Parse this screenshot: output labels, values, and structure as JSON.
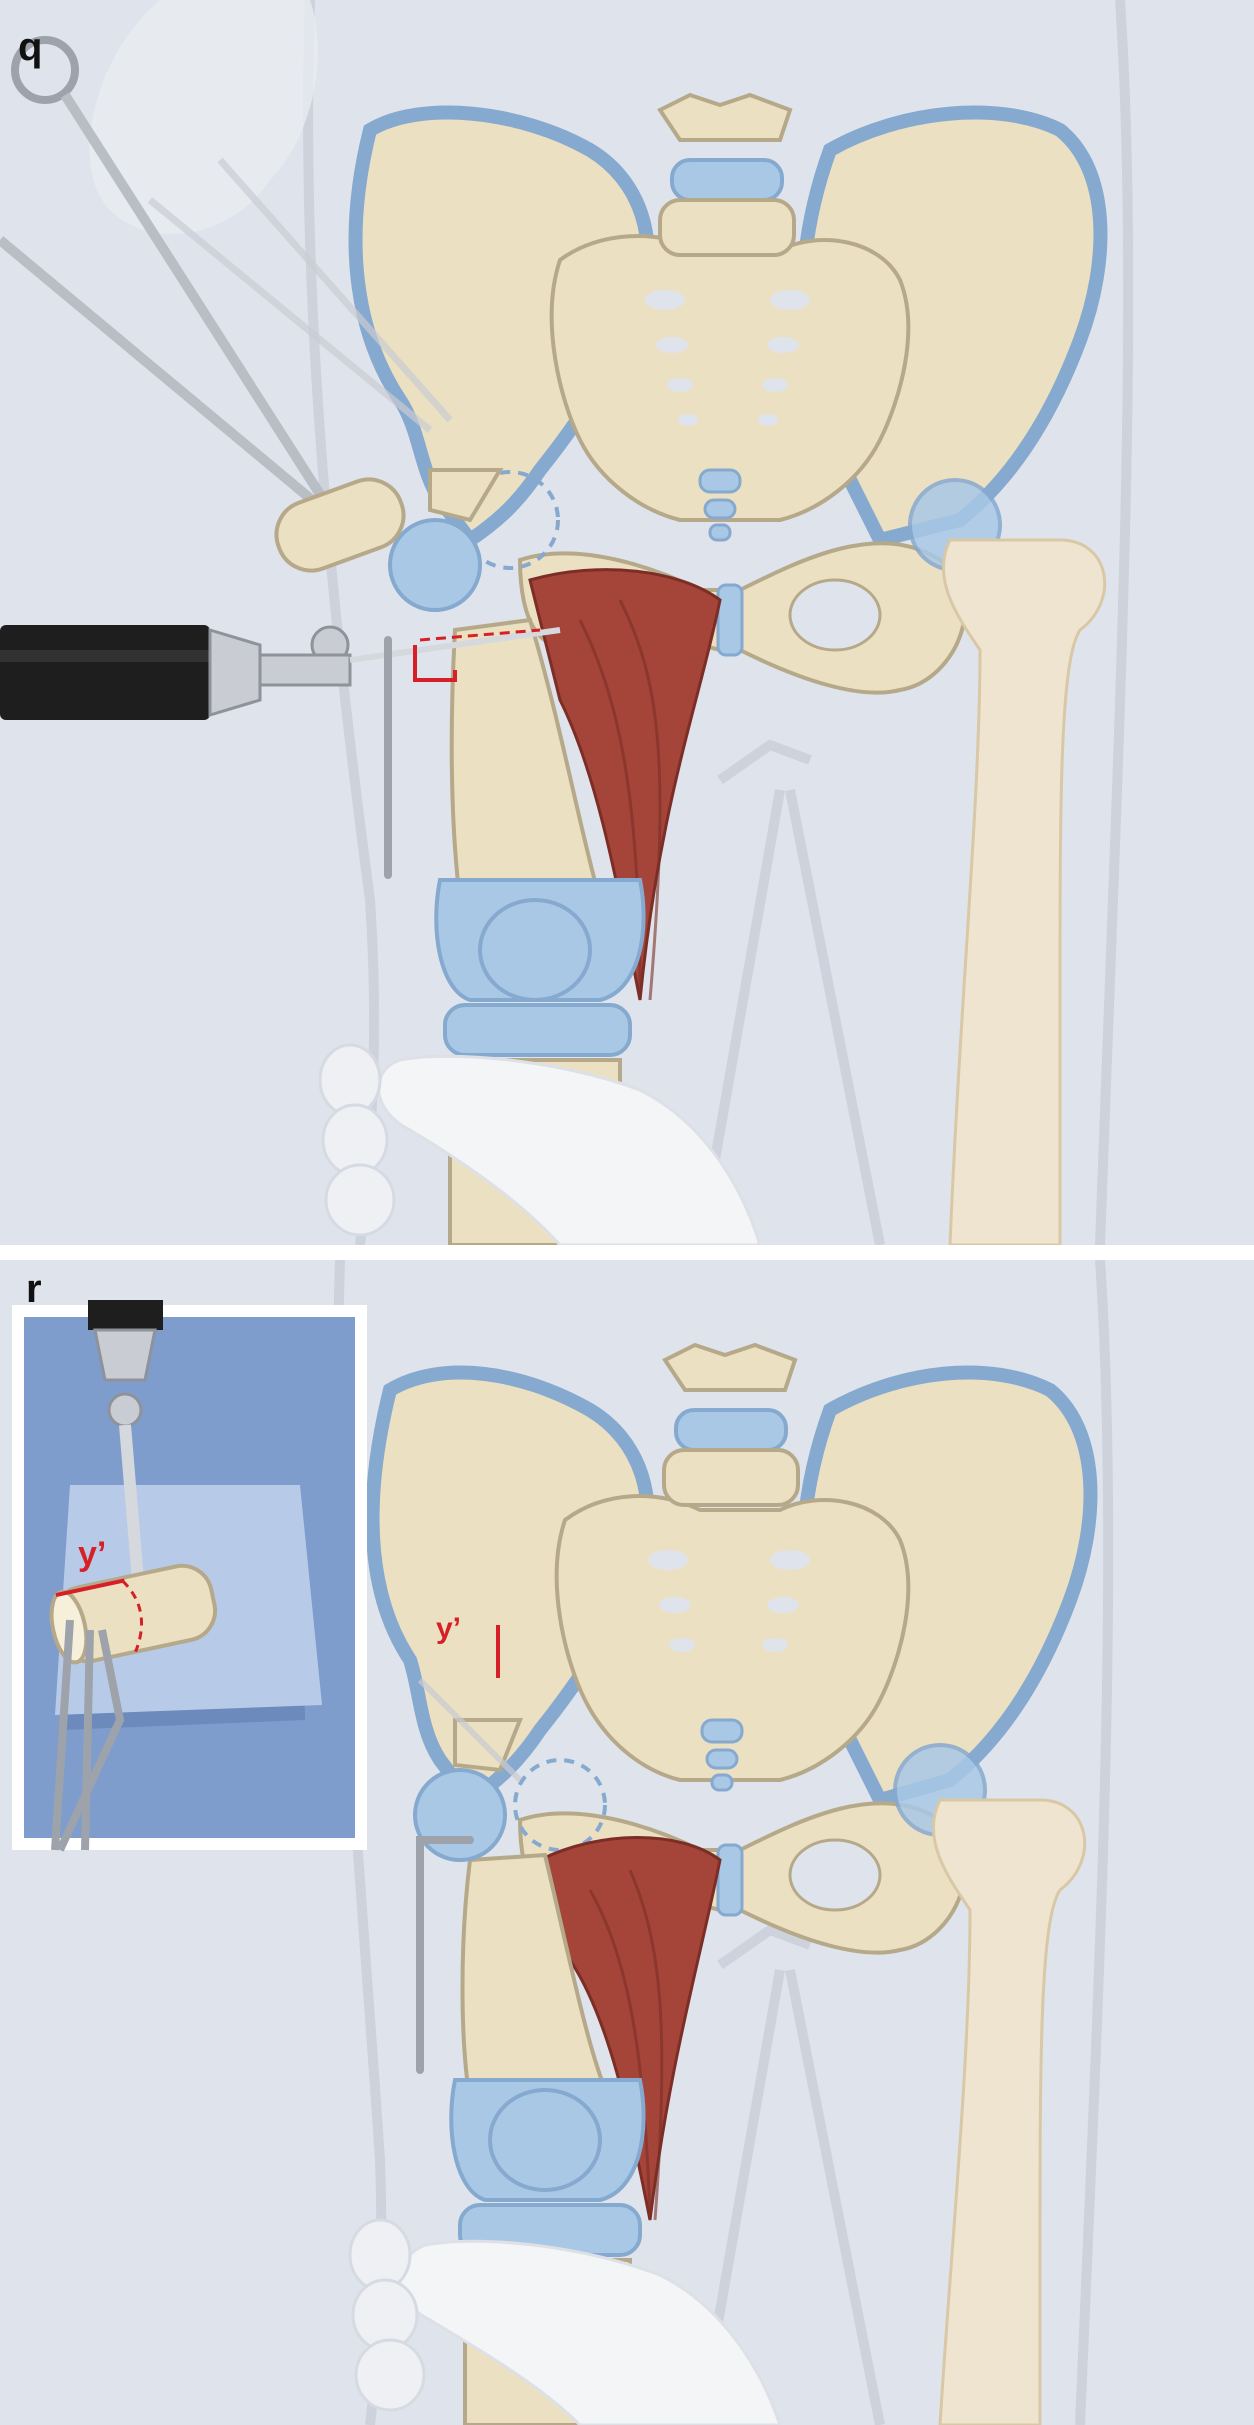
{
  "panels": {
    "q": {
      "label": "q"
    },
    "r": {
      "label": "r",
      "inset_label": "y’",
      "main_label": "y’"
    }
  },
  "colors": {
    "background": "#dfe3ec",
    "bone": "#ece0c2",
    "bone_outline": "#b6a98a",
    "cartilage": "#a9c8e6",
    "cartilage_outline": "#86a9cf",
    "muscle": "#a5453a",
    "muscle_dark": "#7c2e26",
    "marking_red": "#d61f26",
    "inset_bg": "#7f9dcc",
    "inset_board": "#b7cbe9",
    "drill_black": "#1e1e1e",
    "metal": "#c9ccd2",
    "glove": "#f4f5f7"
  }
}
